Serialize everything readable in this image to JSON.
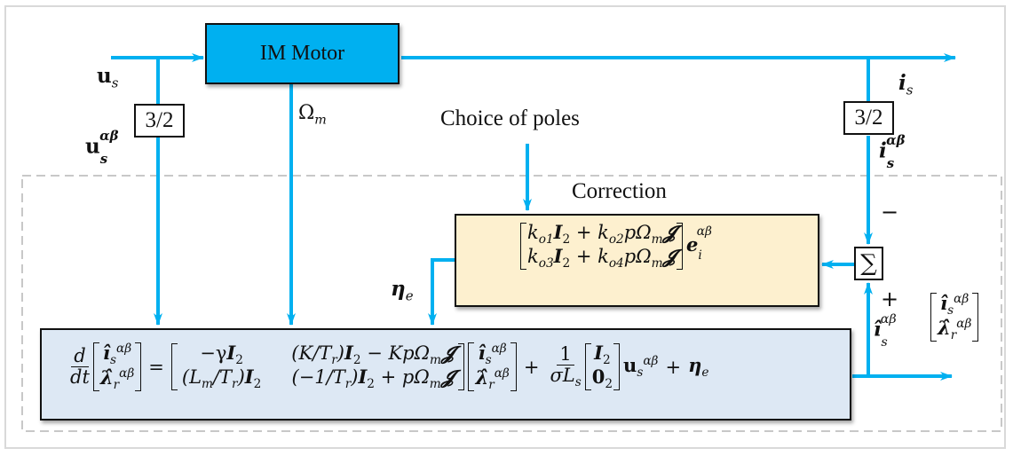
{
  "diagram": {
    "title": "Induction motor observer block diagram",
    "accent_color": "#00b0f0",
    "blocks": {
      "motor": {
        "label": "IM Motor",
        "fill": "#00b0f0"
      },
      "conv_left": {
        "label": "3/2"
      },
      "conv_right": {
        "label": "3/2"
      },
      "sum": {
        "label": "∑"
      },
      "correction": {
        "title": "Correction",
        "row1": "k_o1 I_2 + k_o2 pΩ_m 𝓙",
        "row2": "k_o3 I_2 + k_o4 pΩ_m 𝓙",
        "multiplier": "e_i^αβ",
        "fill": "#fdf0cf"
      },
      "model": {
        "equation": "d/dt [î_s^αβ ; λ̂_r^αβ] = [ −γI_2  (K/T_r)I_2 − KpΩ_m𝓙 ; (L_m/T_r)I_2  (−1/T_r)I_2 + pΩ_m𝓙 ] [î_s^αβ ; λ̂_r^αβ] + 1/(σL_s) [I_2 ; 0_2] u_s^αβ + η_e",
        "fill": "#dde8f4"
      }
    },
    "labels": {
      "choice_of_poles": "Choice of poles",
      "us": "u",
      "us_sub": "s",
      "usab": "u",
      "usab_sub": "s",
      "usab_sup": "αβ",
      "omega": "Ω",
      "omega_sub": "m",
      "is": "i",
      "is_sub": "s",
      "isab": "i",
      "isab_sub": "s",
      "isab_sup": "αβ",
      "minus": "−",
      "plus": "+",
      "ishat": "î",
      "ishat_sub": "s",
      "ishat_sup": "αβ",
      "eta": "η",
      "eta_sub": "e",
      "out_i": "î",
      "out_i_sub": "s",
      "out_i_sup": "αβ",
      "out_l": "λ̂",
      "out_l_sub": "r",
      "out_l_sup": "αβ"
    },
    "equation_parts": {
      "d": "d",
      "dt": "dt",
      "x1": "î",
      "x1_sub": "s",
      "x1_sup": "αβ",
      "x2": "λ̂",
      "x2_sub": "r",
      "x2_sup": "αβ",
      "eq": "=",
      "a11": "−γ",
      "a11b": "I",
      "a11s": "2",
      "a12a": "(K/T",
      "a12as": "r",
      "a12b": ")",
      "a12c": "I",
      "a12cs": "2",
      "a12d": " − KpΩ",
      "a12ds": "m",
      "a12e": "𝓙",
      "a21a": "(L",
      "a21as": "m",
      "a21b": "/T",
      "a21bs": "r",
      "a21c": ")",
      "a21d": "I",
      "a21ds": "2",
      "a22a": "(−1/T",
      "a22as": "r",
      "a22b": ")",
      "a22c": "I",
      "a22cs": "2",
      "a22d": " + pΩ",
      "a22ds": "m",
      "a22e": "𝓙",
      "plus": "+",
      "one": "1",
      "sig": "σL",
      "sig_sub": "s",
      "b1": "I",
      "b1s": "2",
      "b2": "0",
      "b2s": "2",
      "u": "u",
      "u_sub": "s",
      "u_sup": "αβ",
      "plus2": "+",
      "eta": "η",
      "eta_sub": "e"
    },
    "correction_parts": {
      "k1": "k",
      "k1s": "o1",
      "I1": "I",
      "I1s": "2",
      "p1": " + ",
      "k2": "k",
      "k2s": "o2",
      "r1": "pΩ",
      "r1s": "m",
      "J1": "𝓙",
      "k3": "k",
      "k3s": "o3",
      "I3": "I",
      "I3s": "2",
      "p3": " + ",
      "k4": "k",
      "k4s": "o4",
      "r3": "pΩ",
      "r3s": "m",
      "J3": "𝓙",
      "e": "e",
      "e_sub": "i",
      "e_sup": "αβ"
    }
  }
}
